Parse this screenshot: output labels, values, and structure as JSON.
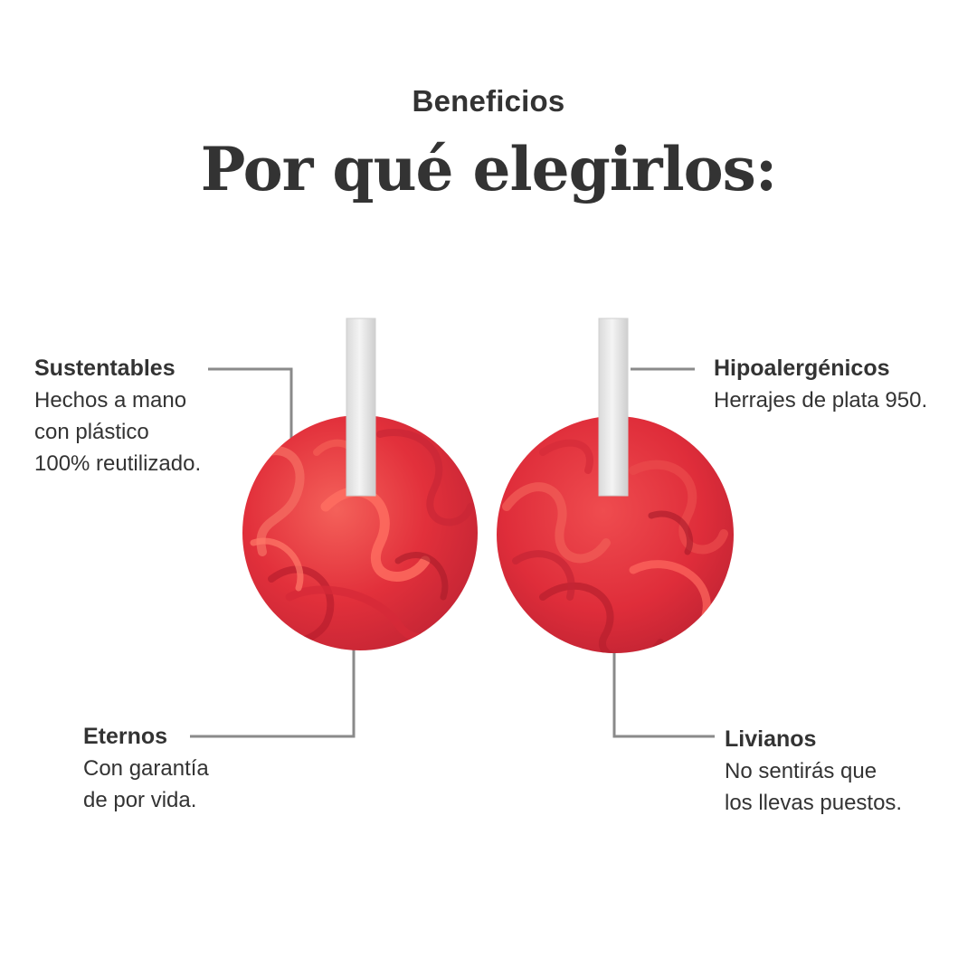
{
  "header": {
    "eyebrow": "Beneficios",
    "title": "Por qué elegirlos:"
  },
  "features": {
    "sustentables": {
      "title": "Sustentables",
      "lines": [
        "Hechos a mano",
        "con plástico",
        "100% reutilizado."
      ]
    },
    "hipoalergenicos": {
      "title": "Hipoalergénicos",
      "lines": [
        "Herrajes de plata 950."
      ]
    },
    "eternos": {
      "title": "Eternos",
      "lines": [
        "Con garantía",
        "de por vida."
      ]
    },
    "livianos": {
      "title": "Livianos",
      "lines": [
        "No sentirás que",
        "los llevas puestos."
      ]
    }
  },
  "colors": {
    "text": "#333333",
    "leader_line": "#8a8a8a",
    "earring_red": "#e2303b",
    "earring_light": "#f25a52",
    "earring_dark": "#b81f2e",
    "silver": "#e6e6e6"
  }
}
